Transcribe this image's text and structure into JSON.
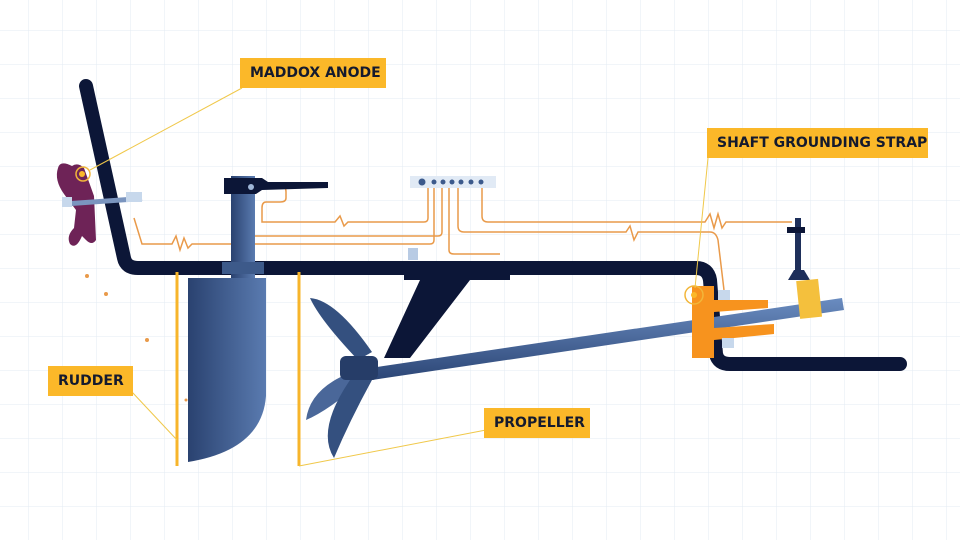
{
  "labels": {
    "anode": "MADDOX ANODE",
    "strap": "SHAFT GROUNDING STRAP",
    "rudder": "RUDDER",
    "propeller": "PROPELLER"
  },
  "colors": {
    "hull": "#0c1637",
    "label": "#fbb829",
    "wire": "#e99a4a",
    "metal": "#3d5a8a",
    "anode": "#6e2357",
    "coupling": "#f7931e"
  }
}
